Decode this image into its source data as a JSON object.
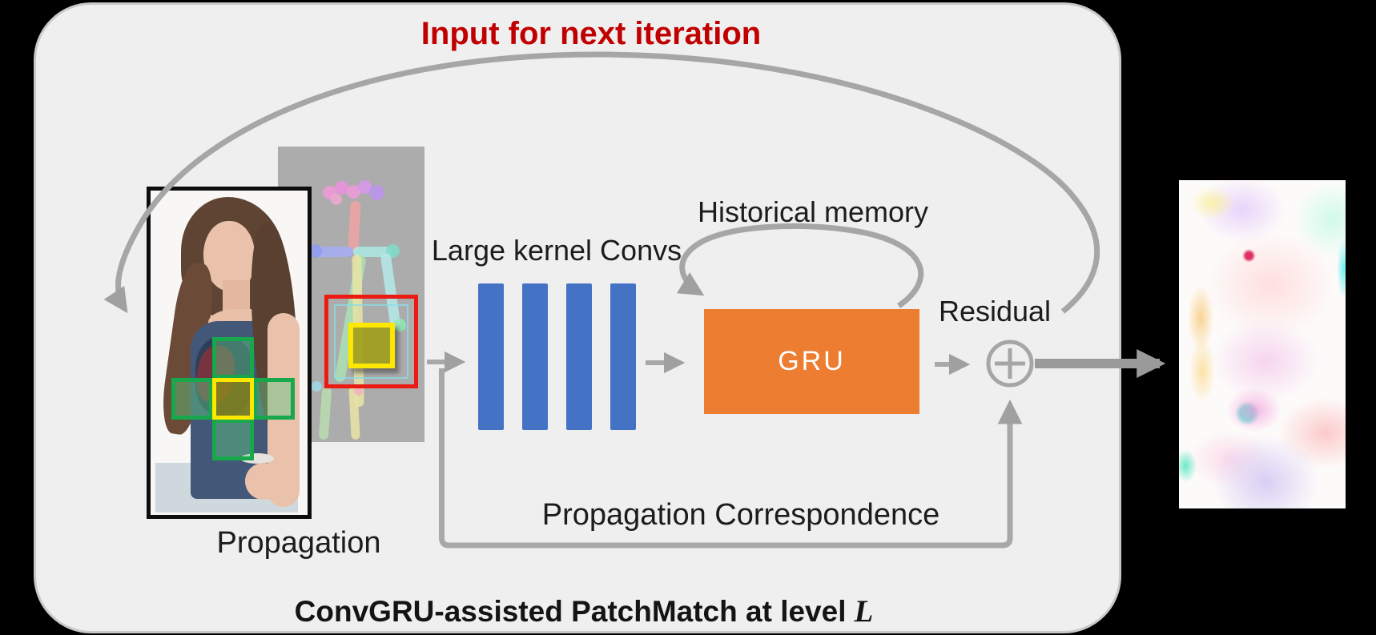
{
  "title": {
    "text": "Input for next iteration",
    "color": "#C00000"
  },
  "labels": {
    "propagation": "Propagation",
    "large_kernel_convs": "Large kernel Convs",
    "historical_memory": "Historical memory",
    "residual": "Residual",
    "propagation_correspondence": "Propagation Correspondence"
  },
  "gru": {
    "label": "GRU",
    "color": "#ED7D31"
  },
  "conv": {
    "layers": 4,
    "bar_color": "#4472C4"
  },
  "caption": {
    "text": "ConvGRU-assisted PatchMatch at level",
    "level_symbol": "L"
  },
  "colors": {
    "background": "#000000",
    "panel": "#EFEFEF",
    "arrow_gray": "#A6A6A6",
    "patch_green": "#17A84B",
    "patch_yellow": "#FFE800",
    "search_box_red": "#EA1B12",
    "title_red": "#C00000"
  }
}
